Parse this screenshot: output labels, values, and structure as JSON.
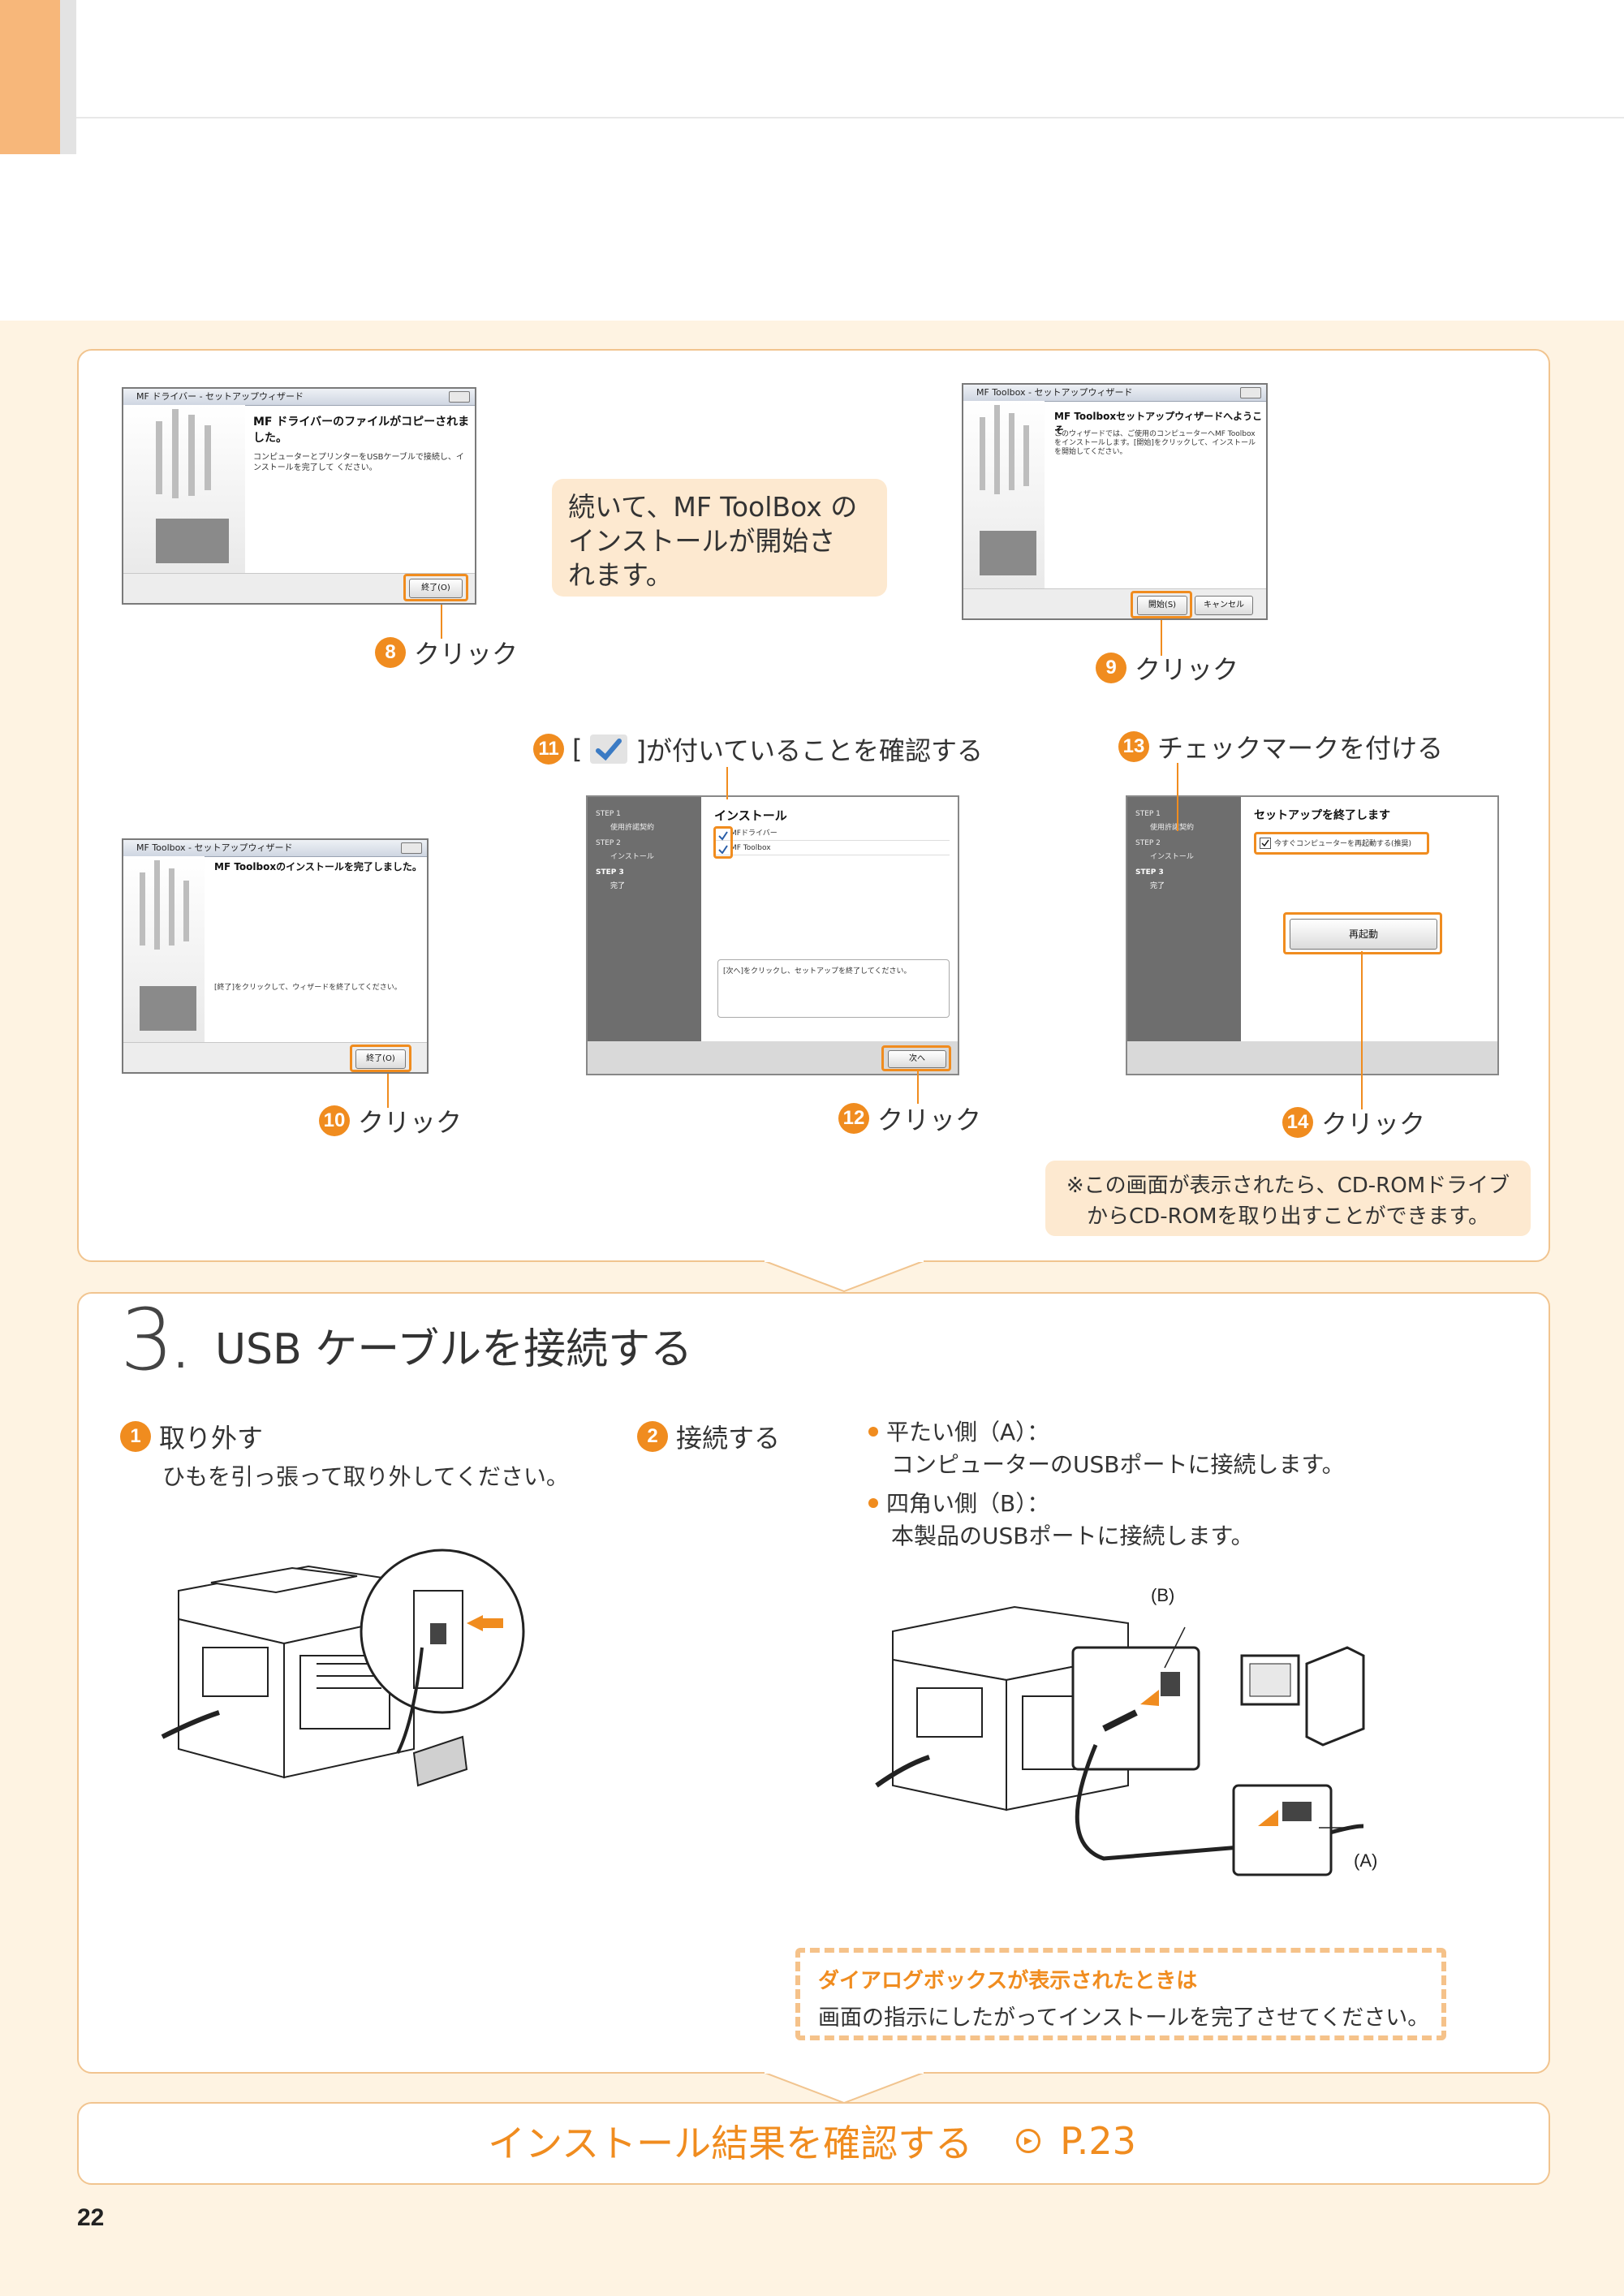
{
  "header": {},
  "install_panel": {
    "callout_text_lines": [
      "続いて、MF ToolBox の",
      "インストールが開始さ",
      "れます。"
    ],
    "screens": {
      "driver_copied": {
        "title": "MF ドライバー - セットアップウィザード",
        "heading": "MF ドライバーのファイルがコピーされました。",
        "body": "コンピューターとプリンターをUSBケーブルで接続し、インストールを完了して ください。",
        "button": "終了(O)"
      },
      "toolbox_welcome": {
        "title": "MF Toolbox - セットアップウィザード",
        "heading": "MF Toolboxセットアップウィザードへようこそ",
        "body": "このウィザードでは、ご使用のコンピューターへMF Toolboxをインストールします。[開始]をクリックして、インストールを開始してください。",
        "button_start": "開始(S)",
        "button_cancel": "キャンセル"
      },
      "toolbox_done": {
        "title": "MF Toolbox - セットアップウィザード",
        "heading": "MF Toolboxのインストールを完了しました。",
        "body": "[終了]をクリックして、ウィザードを終了してください。",
        "button": "終了(O)"
      },
      "install_list": {
        "heading": "インストール",
        "side_items": [
          "STEP 1",
          "使用許諾契約",
          "STEP 2",
          "インストール",
          "STEP 3",
          "完了"
        ],
        "items": [
          "MFドライバー",
          "MF Toolbox"
        ],
        "message": "[次へ]をクリックし、セットアップを終了してください。",
        "button": "次へ"
      },
      "restart": {
        "heading": "セットアップを終了します",
        "side_items": [
          "STEP 1",
          "使用許諾契約",
          "STEP 2",
          "インストール",
          "STEP 3",
          "完了"
        ],
        "checkbox": "今すぐコンピューターを再起動する(推奨)",
        "button": "再起動"
      }
    },
    "steps": {
      "s8": {
        "num": "8",
        "label": "クリック"
      },
      "s9": {
        "num": "9",
        "label": "クリック"
      },
      "s10": {
        "num": "10",
        "label": "クリック"
      },
      "s11": {
        "num": "11",
        "label_pre": "[",
        "label_post": "]が付いていることを確認する"
      },
      "s12": {
        "num": "12",
        "label": "クリック"
      },
      "s13": {
        "num": "13",
        "label": "チェックマークを付ける"
      },
      "s14": {
        "num": "14",
        "label": "クリック"
      }
    },
    "note_lines": [
      "※この画面が表示されたら、CD-ROMドライブ",
      "からCD-ROMを取り出すことができます。"
    ]
  },
  "usb_section": {
    "number": "3",
    "title": "USB ケーブルを接続する",
    "step1": {
      "num": "1",
      "label": "取り外す",
      "desc": "ひもを引っ張って取り外してください。"
    },
    "step2": {
      "num": "2",
      "label": "接続する"
    },
    "bullets": [
      {
        "head": "平たい側（A）：",
        "text": "コンピューターのUSBポートに接続します。"
      },
      {
        "head": "四角い側（B）：",
        "text": "本製品のUSBポートに接続します。"
      }
    ],
    "label_a": "(A)",
    "label_b": "(B)",
    "dialog_note": {
      "title": "ダイアログボックスが表示されたときは",
      "text": "画面の指示にしたがってインストールを完了させてください。"
    }
  },
  "footer": {
    "link_text": "インストール結果を確認する",
    "page_ref": "P.23",
    "page_number": "22"
  }
}
